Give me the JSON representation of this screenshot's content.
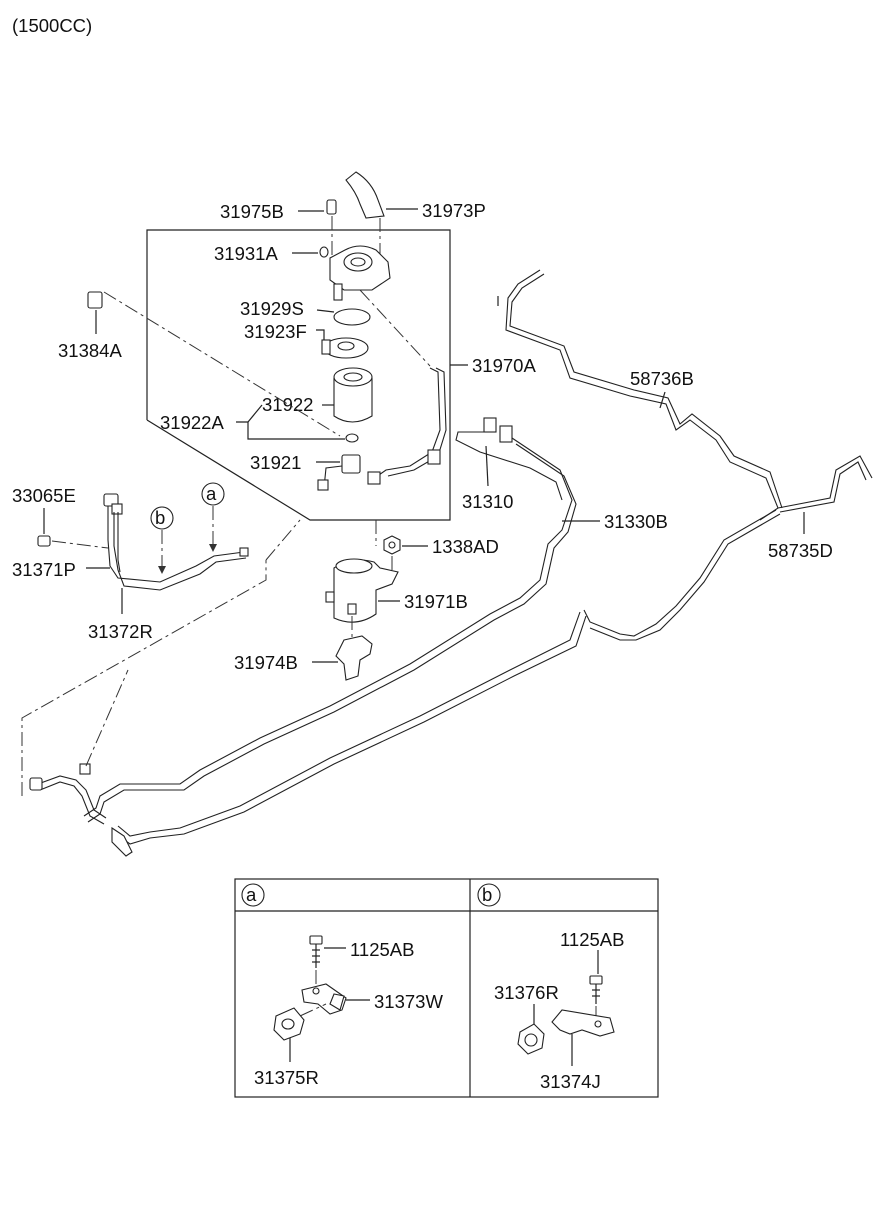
{
  "engine_note": "(1500CC)",
  "parts": {
    "p31975B": "31975B",
    "p31973P": "31973P",
    "p31931A": "31931A",
    "p31929S": "31929S",
    "p31923F": "31923F",
    "p31384A": "31384A",
    "p31970A": "31970A",
    "p58736B": "58736B",
    "p31922": "31922",
    "p31922A": "31922A",
    "p31921": "31921",
    "p31310": "31310",
    "p33065E": "33065E",
    "p31330B": "31330B",
    "p58735D": "58735D",
    "p1338AD": "1338AD",
    "p31371P": "31371P",
    "p31971B": "31971B",
    "p31372R": "31372R",
    "p31974B": "31974B"
  },
  "callouts": {
    "a": "a",
    "b": "b"
  },
  "detail_a": {
    "header": "a",
    "bolt": "1125AB",
    "bracket": "31373W",
    "clip": "31375R"
  },
  "detail_b": {
    "header": "b",
    "bolt": "1125AB",
    "clip": "31376R",
    "bracket": "31374J"
  }
}
